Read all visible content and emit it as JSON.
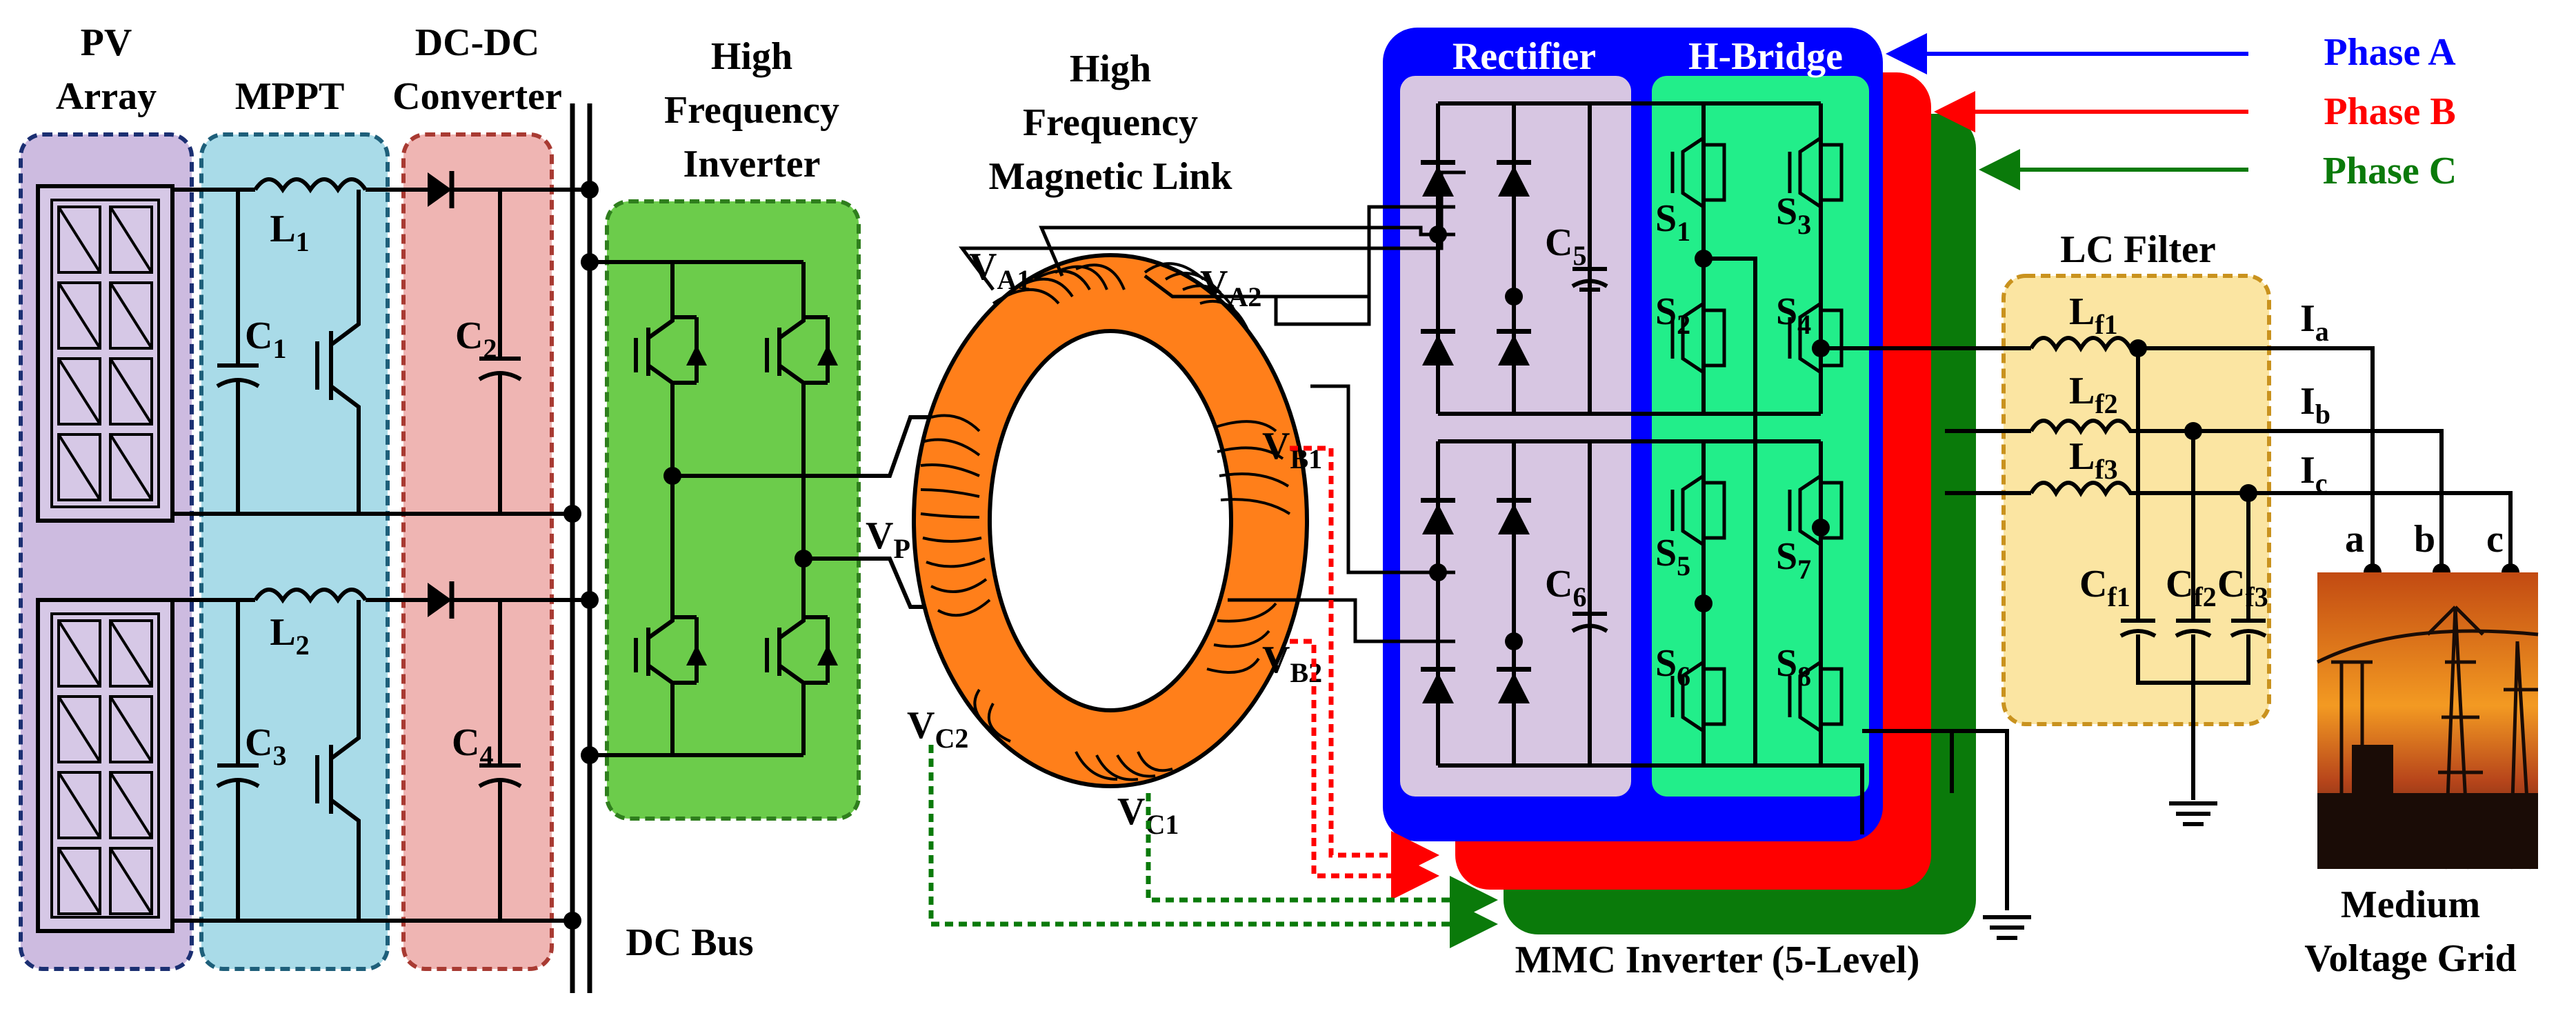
{
  "blocks": {
    "pv": {
      "title": "PV Array",
      "color": "#cdbbe0",
      "border": "#1b2f72"
    },
    "mppt": {
      "title": "MPPT",
      "color": "#a9dbe8",
      "border": "#1e5f7a"
    },
    "dcdc": {
      "title": "DC-DC Converter",
      "color": "#efb5b3",
      "border": "#a83a32"
    },
    "hfi": {
      "title": "High Frequency Inverter",
      "color": "#6ccc4b",
      "border": "#2f7e1d"
    },
    "hfml": {
      "title": "High Frequency Magnetic Link",
      "color": "#ff7f1a"
    },
    "rectifier": {
      "title": "Rectifier",
      "color": "#d7c6e2"
    },
    "hbridge": {
      "title": "H-Bridge",
      "color": "#22ee8a"
    },
    "lc_filter": {
      "title": "LC Filter",
      "color": "#fbe5a2",
      "border": "#c9921e"
    },
    "grid": {
      "title": "Medium Voltage Grid"
    },
    "dcbus": {
      "title": "DC Bus"
    },
    "mmc": {
      "title": "MMC Inverter (5-Level)"
    }
  },
  "phases": [
    {
      "label": "Phase A",
      "color": "#0000ff"
    },
    {
      "label": "Phase B",
      "color": "#ff0000"
    },
    {
      "label": "Phase C",
      "color": "#0a7a0a"
    }
  ],
  "components": {
    "L1": "L",
    "L1s": "1",
    "L2": "L",
    "L2s": "2",
    "C1": "C",
    "C1s": "1",
    "C2": "C",
    "C2s": "2",
    "C3": "C",
    "C3s": "3",
    "C4": "C",
    "C4s": "4",
    "C5": "C",
    "C5s": "5",
    "C6": "C",
    "C6s": "6",
    "S1": "S",
    "S1s": "1",
    "S2": "S",
    "S2s": "2",
    "S3": "S",
    "S3s": "3",
    "S4": "S",
    "S4s": "4",
    "S5": "S",
    "S5s": "5",
    "S6": "S",
    "S6s": "6",
    "S7": "S",
    "S7s": "7",
    "S8": "S",
    "S8s": "8",
    "Lf1": "L",
    "Lf1s": "f1",
    "Lf2": "L",
    "Lf2s": "f2",
    "Lf3": "L",
    "Lf3s": "f3",
    "Cf1": "C",
    "Cf1s": "f1",
    "Cf2": "C",
    "Cf2s": "f2",
    "Cf3": "C",
    "Cf3s": "f3"
  },
  "voltages": {
    "VA1": "V",
    "VA1s": "A1",
    "VA2": "V",
    "VA2s": "A2",
    "VB1": "V",
    "VB1s": "B1",
    "VB2": "V",
    "VB2s": "B2",
    "VC1": "V",
    "VC1s": "C1",
    "VC2": "V",
    "VC2s": "C2",
    "VP": "V",
    "VPs": "P"
  },
  "currents": {
    "Ia": "I",
    "Ias": "a",
    "Ib": "I",
    "Ibs": "b",
    "Ic": "I",
    "Ics": "c"
  },
  "grid_terminals": [
    "a",
    "b",
    "c"
  ]
}
